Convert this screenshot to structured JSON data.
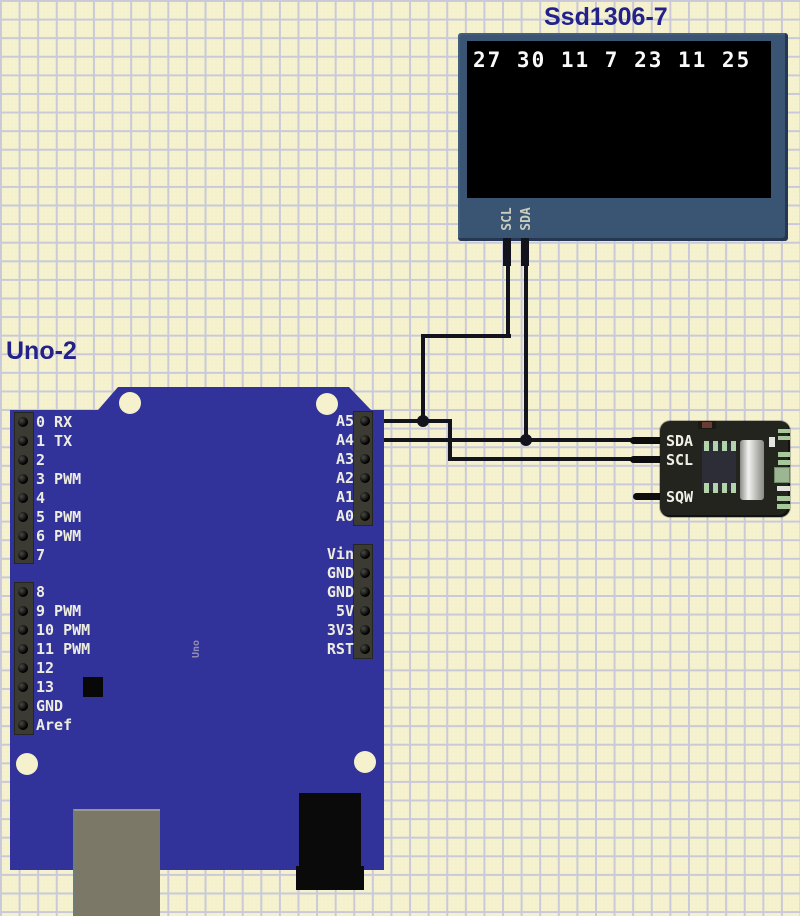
{
  "diagram": {
    "background_color": "#f4f1cc",
    "grid_color": "#c9c9da",
    "wire_color": "#13131d"
  },
  "oled": {
    "title": "Ssd1306-7",
    "screen_text": "27 30 11 7 23 11 25",
    "pin_labels": [
      "SCL",
      "SDA"
    ],
    "frame_color": "#3a5574",
    "screen_color": "#000000"
  },
  "arduino": {
    "title": "Uno-2",
    "board_text": "Uno",
    "board_color": "#32329b",
    "digital_pins_upper": [
      "0 RX",
      "1 TX",
      "2",
      "3 PWM",
      "4",
      "5 PWM",
      "6 PWM",
      "7"
    ],
    "digital_pins_lower": [
      "8",
      "9 PWM",
      "10 PWM",
      "11 PWM",
      "12",
      "13",
      "GND",
      "Aref"
    ],
    "analog_pins": [
      "A5",
      "A4",
      "A3",
      "A2",
      "A1",
      "A0"
    ],
    "power_pins": [
      "Vin",
      "GND",
      "GND",
      "5V",
      "3V3",
      "RST"
    ]
  },
  "rtc": {
    "pin_labels": [
      "SDA",
      "SCL",
      "SQW"
    ],
    "board_color": "#24241e"
  }
}
